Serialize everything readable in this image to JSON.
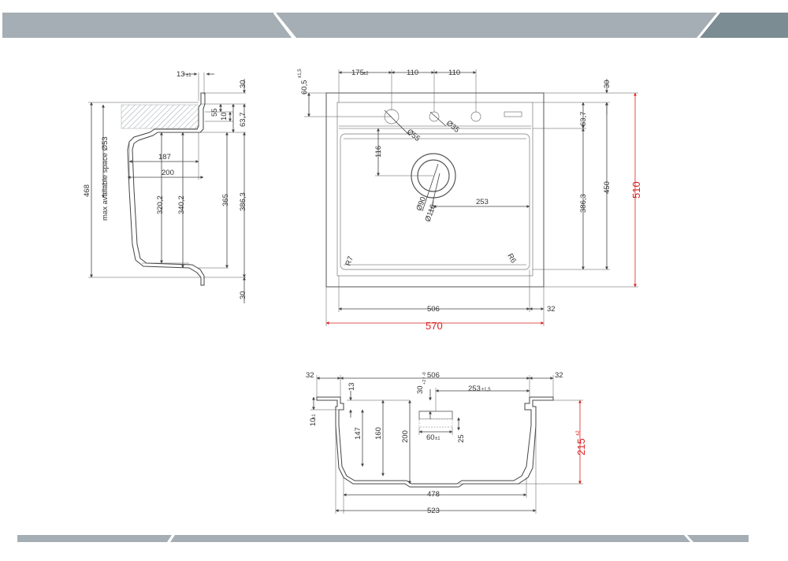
{
  "colors": {
    "banner_gray": "#a5aeb4",
    "banner_dark": "#7b8c93",
    "dimension_red": "#d9201f",
    "line": "#444444"
  },
  "side_view": {
    "d_13": "13",
    "d_13_tol": "±1",
    "d_30_top": "30",
    "d_55": "55",
    "d_10": "10",
    "d_63_7": "63,7",
    "d_468": "468",
    "space_note": "max available space Ø53",
    "d_187": "187",
    "d_200": "200",
    "d_320_2": "320,2",
    "d_340_2": "340,2",
    "d_365": "365",
    "d_386_3": "386,3",
    "d_30_bottom": "30"
  },
  "top_view": {
    "d_60_5": "60,5",
    "d_60_5_tol": "±1,5",
    "d_175": "175",
    "d_175_tol": "±2",
    "d_110_a": "110",
    "d_110_b": "110",
    "d_30": "30",
    "d_63_7": "63,7",
    "d_55": "Ø55",
    "d_35": "Ø35",
    "d_116": "116",
    "d_90": "Ø90",
    "d_116_dia": "Ø116",
    "d_253": "253",
    "d_386_3": "386,3",
    "d_450": "450",
    "d_510": "510",
    "r7": "R7",
    "r6": "R6",
    "d_506": "506",
    "d_32": "32",
    "d_570": "570"
  },
  "front_view": {
    "d_32_left": "32",
    "d_506": "506",
    "d_32_right": "32",
    "d_13": "13",
    "d_30": "30",
    "d_30_tol": "+2 / -0",
    "d_253": "253",
    "d_253_tol": "±1,5",
    "d_10": "10",
    "d_10_tol": "±1",
    "d_147": "147",
    "d_160": "160",
    "d_200": "200",
    "d_60": "60",
    "d_60_tol": "±1",
    "d_25": "25",
    "d_215": "215",
    "d_215_tol": "±2",
    "d_478": "478",
    "d_523": "523"
  }
}
